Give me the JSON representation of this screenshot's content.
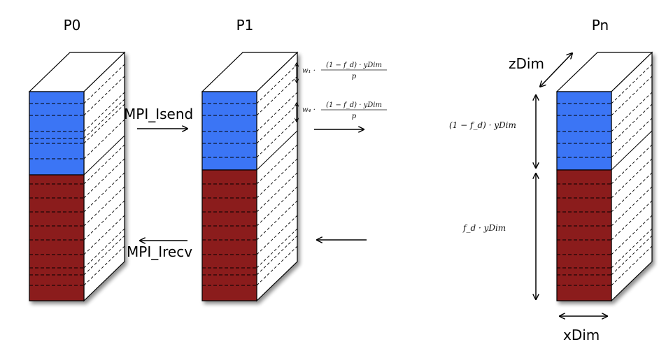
{
  "processors": [
    {
      "id": "p0",
      "label": "P0"
    },
    {
      "id": "p1",
      "label": "P1"
    },
    {
      "id": "pn",
      "label": "Pn"
    }
  ],
  "arrows": {
    "isend_label": "MPI_Isend",
    "irecv_label": "MPI_Irecv"
  },
  "formulas": {
    "w1_coeff": "w₁ ·",
    "w4_coeff": "w₄ ·",
    "frac_numerator": "(1 − f_d) · yDim",
    "frac_denominator": "p",
    "top_region": "(1 − f_d) · yDim",
    "bottom_region": "f_d · yDim"
  },
  "dimensions": {
    "zdim": "zDim",
    "xdim": "xDim"
  },
  "colors": {
    "blue": "#3a74f5",
    "red": "#8b1a1e"
  }
}
